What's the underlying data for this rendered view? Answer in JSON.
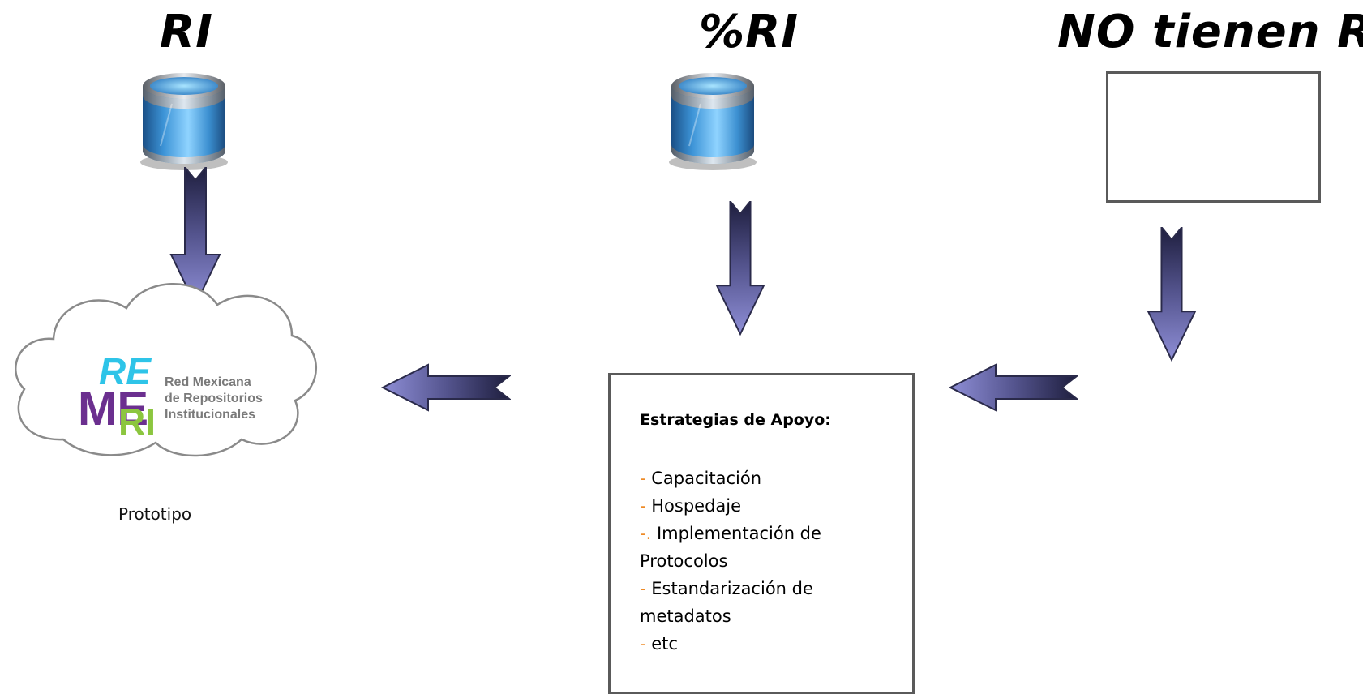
{
  "headings": {
    "ri": "RI",
    "pct_ri": "%RI",
    "no_ri": "NO tienen RI"
  },
  "cloud": {
    "logo_letters": [
      "RE",
      "ME",
      "RI"
    ],
    "logo_name_lines": [
      "Red Mexicana",
      "de Repositorios",
      "Institucionales"
    ],
    "caption": "Prototipo"
  },
  "strategies": {
    "title": "Estrategias de Apoyo:",
    "items": [
      {
        "marker": "-",
        "text": " Capacitación"
      },
      {
        "marker": "-",
        "text": " Hospedaje"
      },
      {
        "marker": "-.",
        "text": " Implementación de"
      },
      {
        "marker": "",
        "text": "Protocolos"
      },
      {
        "marker": "-",
        "text": " Estandarización de"
      },
      {
        "marker": "",
        "text": "metadatos"
      },
      {
        "marker": "-",
        "text": " etc"
      }
    ]
  },
  "colors": {
    "arrow_fill": "#7f7fc8",
    "arrow_dark": "#2a2a5a",
    "db_blue": "#4aa8e8",
    "db_rim": "#9aa0a6",
    "dash_orange": "#ee8a26",
    "logo_cyan": "#2ec4e8",
    "logo_purple": "#6b2f8f",
    "logo_green": "#8cc63f"
  }
}
